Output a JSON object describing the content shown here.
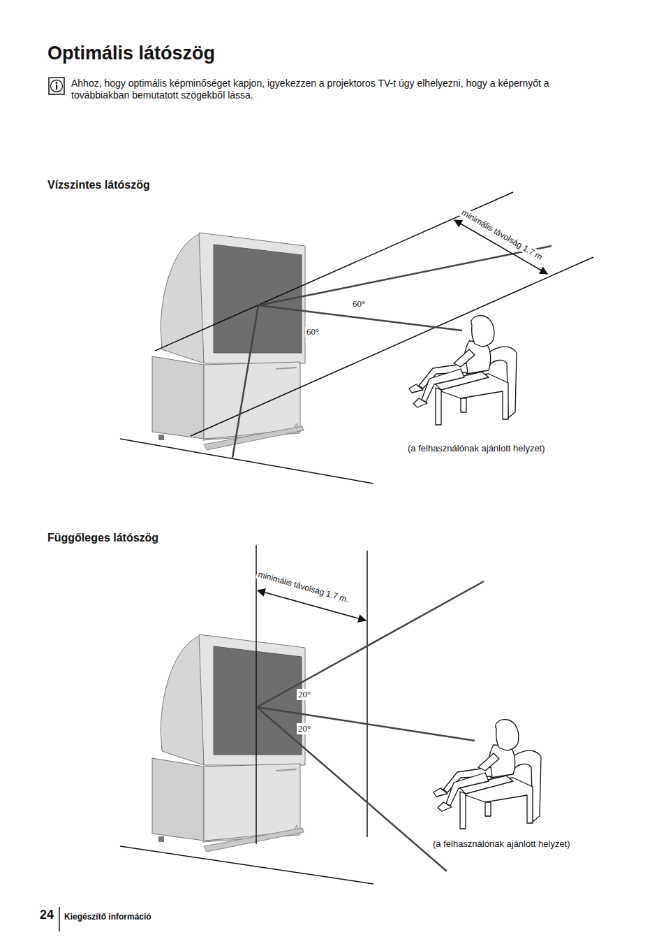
{
  "diagram": {
    "title": "Optimális látószög",
    "labels": [
      "Ahhoz, hogy optimális képminőséget kapjon, igyekezzen a projektoros TV-t úgy elhelyezni, hogy a képernyőt a továbbiakban bemutatott szögekből lássa.",
      "Vízszintes látószög",
      "minimális távolság 1.7 m",
      "60°",
      "60°",
      "(a felhasználónak ajánlott helyzet)",
      "Függőleges látószög",
      "minimális távolság 1.7 m.",
      "20°",
      "20°",
      "(a felhasználónak ajánlott helyzet)",
      "24",
      "Kiegészítő információ"
    ]
  }
}
